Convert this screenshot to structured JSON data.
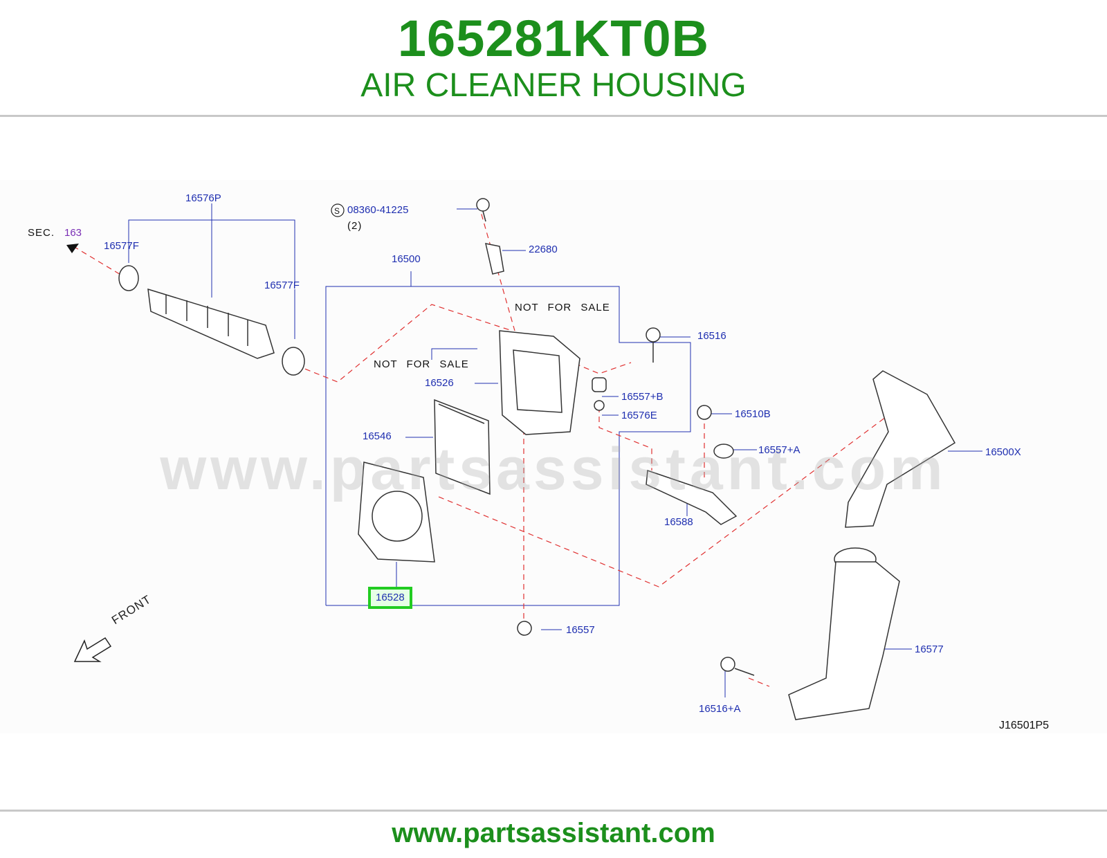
{
  "header": {
    "part_number": "165281KT0B",
    "part_name": "AIR CLEANER HOUSING"
  },
  "footer": {
    "url": "www.partsassistant.com"
  },
  "watermark": "www.partsassistant.com",
  "diagram": {
    "sec_label": "SEC.",
    "sec_number": "163",
    "s_symbol": "S",
    "bolt_qty": "(2)",
    "front_label": "FRONT",
    "drawing_code": "J16501P5",
    "not_for_sale_1": "NOT FOR SALE",
    "not_for_sale_2": "NOT FOR SALE",
    "highlighted_part": "16528",
    "callouts": {
      "c16576P": "16576P",
      "c16577F_a": "16577F",
      "c16577F_b": "16577F",
      "c08360": "08360-41225",
      "c22680": "22680",
      "c16500": "16500",
      "c16516": "16516",
      "c16526": "16526",
      "c16557B": "16557+B",
      "c16576E": "16576E",
      "c16510B": "16510B",
      "c16557A": "16557+A",
      "c16500X": "16500X",
      "c16546": "16546",
      "c16588": "16588",
      "c16557": "16557",
      "c16577": "16577",
      "c16516A": "16516+A"
    }
  },
  "colors": {
    "brand_green": "#1c8f1c",
    "callout_blue": "#1f2fb0",
    "highlight_green": "#22cc22",
    "dash_red": "#e03030"
  }
}
